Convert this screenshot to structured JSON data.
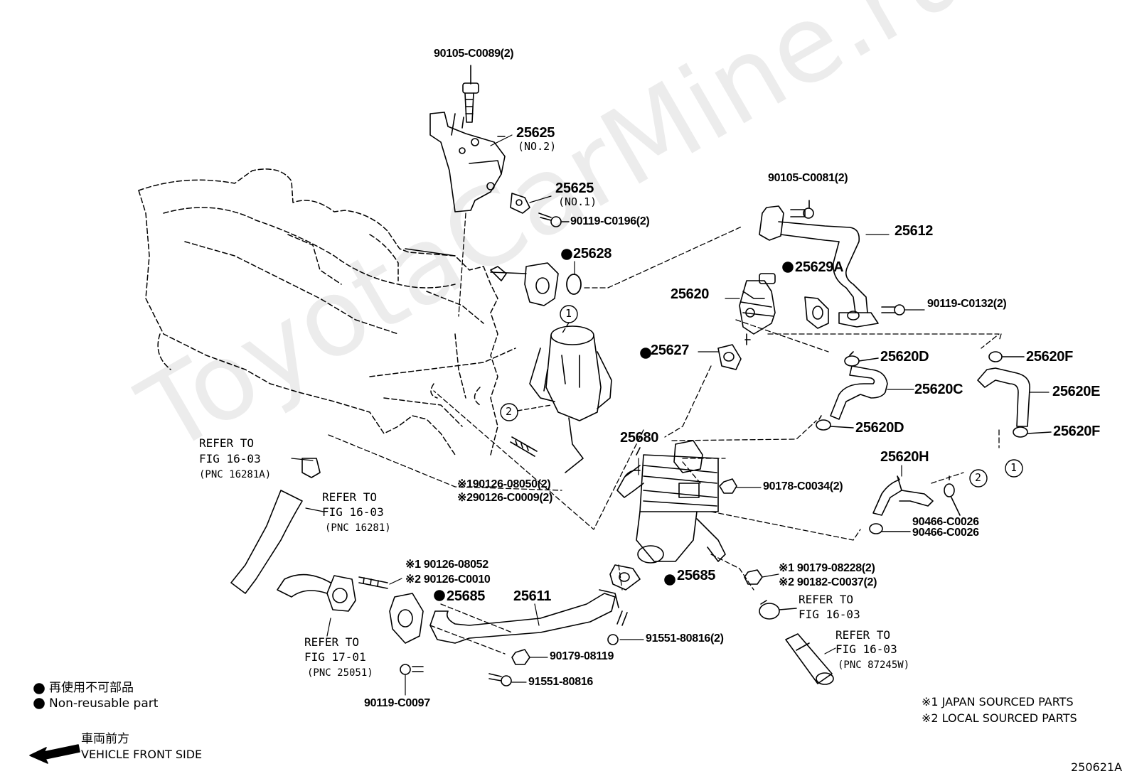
{
  "watermark": "ToyotaCarMine.ru",
  "figure_id": "250621A",
  "parts": {
    "bolt_90105_C0089": "90105-C0089(2)",
    "bracket_25625": "25625",
    "bracket_no2": "(NO.2)",
    "bracket_25625b": "25625",
    "bracket_no1": "(NO.1)",
    "bolt_90119_C0196": "90119-C0196(2)",
    "gasket_25628": "25628",
    "bolt_90105_C0081": "90105-C0081(2)",
    "pipe_25612": "25612",
    "gasket_25629A": "25629A",
    "cooler_25620": "25620",
    "bolt_90119_C0132": "90119-C0132(2)",
    "gasket_25627": "25627",
    "clip_25620D_a": "25620D",
    "hose_25620C": "25620C",
    "clip_25620D_b": "25620D",
    "clip_25620F_a": "25620F",
    "hose_25620E": "25620E",
    "clip_25620F_b": "25620F",
    "valve_25680": "25680",
    "stud_1": "※190126-08050(2)",
    "stud_2": "※290126-C0009(2)",
    "nut_90178": "90178-C0034(2)",
    "hose_25620H": "25620H",
    "clamp_a": "90466-C0026",
    "clamp_b": "90466-C0026",
    "stud_b1": "※1 90126-08052",
    "stud_b2": "※2 90126-C0010",
    "gasket_25685_a": "25685",
    "pipe_25611": "25611",
    "gasket_25685_b": "25685",
    "nut_c1": "※1 90179-08228(2)",
    "nut_c2": "※2 90182-C0037(2)",
    "bolt_91551_2": "91551-80816(2)",
    "nut_90179": "90179-08119",
    "bolt_91551": "91551-80816",
    "bolt_90119_C0097": "90119-C0097"
  },
  "refs": {
    "r1_a": "REFER TO",
    "r1_b": "FIG 16-03",
    "r1_c": "(PNC 16281A)",
    "r2_a": "REFER TO",
    "r2_b": "FIG 16-03",
    "r2_c": "(PNC 16281)",
    "r3_a": "REFER TO",
    "r3_b": "FIG 17-01",
    "r3_c": "(PNC 25051)",
    "r4_a": "REFER TO",
    "r4_b": "FIG 16-03",
    "r5_a": "REFER TO",
    "r5_b": "FIG 16-03",
    "r5_c": "(PNC 87245W)"
  },
  "circles": {
    "c1a": "1",
    "c2a": "2",
    "c2b": "2",
    "c1b": "1"
  },
  "legend": {
    "nonreusable_jp": "再使用不可部品",
    "nonreusable_en": "Non-reusable part",
    "front_jp": "車両前方",
    "front_en": "VEHICLE FRONT SIDE",
    "note1": "※1 JAPAN SOURCED PARTS",
    "note2": "※2 LOCAL SOURCED PARTS"
  },
  "colors": {
    "line": "#000000",
    "watermark": "#ececec"
  }
}
